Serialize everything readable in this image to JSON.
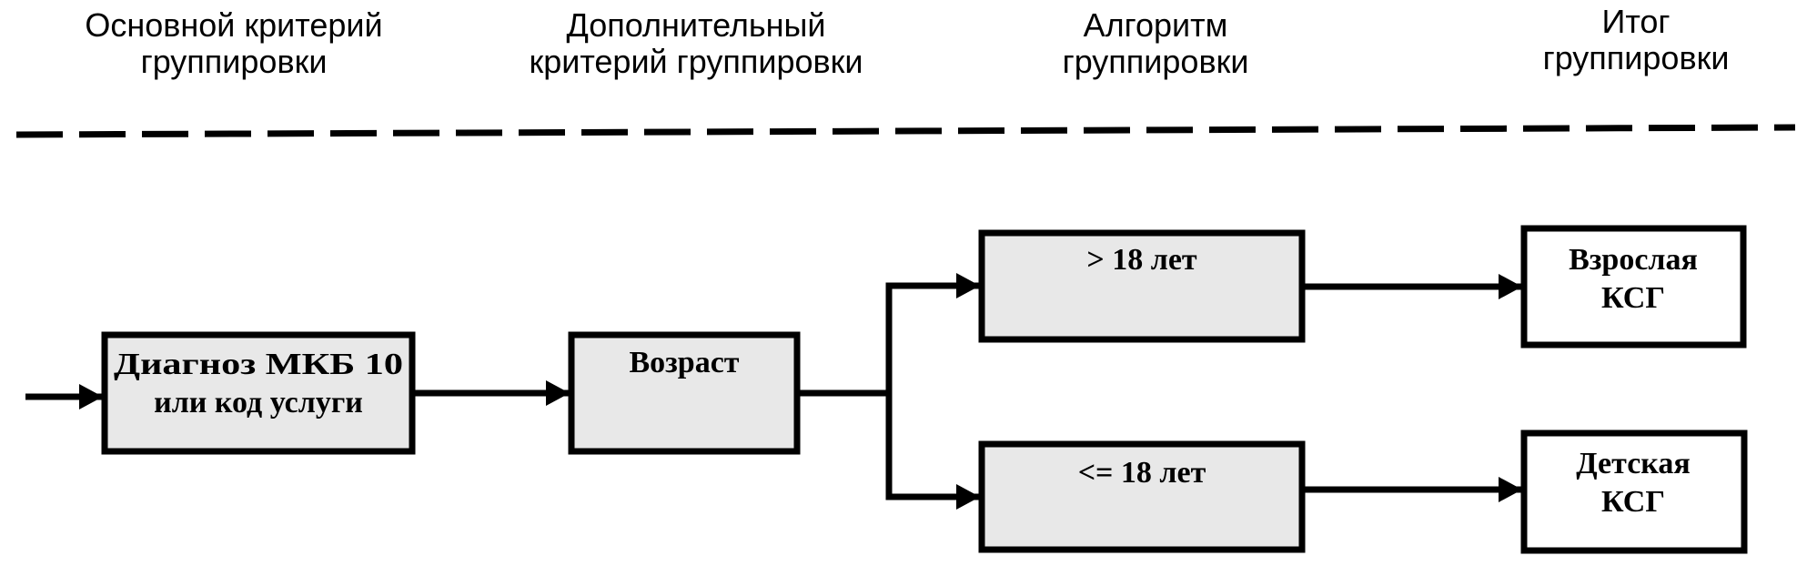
{
  "header": {
    "columns": [
      {
        "line1": "Основной критерий",
        "line2": "группировки"
      },
      {
        "line1": "Дополнительный",
        "line2": "критерий группировки"
      },
      {
        "line1": "Алгоритм",
        "line2": "группировки"
      },
      {
        "line1": "Итог",
        "line2": "группировки"
      }
    ]
  },
  "colors": {
    "stroke": "#000000",
    "process_fill": "#e8e8e8",
    "result_fill": "#ffffff"
  },
  "nodes": {
    "primary": {
      "line1": "Диагноз МКБ 10",
      "line2": "или код услуги"
    },
    "secondary": {
      "line1": "Возраст",
      "line2": ""
    },
    "branch_adult": {
      "line1": "> 18 лет",
      "line2": ""
    },
    "branch_child": {
      "line1": "<= 18 лет",
      "line2": ""
    },
    "result_adult": {
      "line1": "Взрослая",
      "line2": "КСГ"
    },
    "result_child": {
      "line1": "Детская",
      "line2": "КСГ"
    }
  },
  "edges": [
    {
      "from": "input",
      "to": "primary"
    },
    {
      "from": "primary",
      "to": "secondary"
    },
    {
      "from": "secondary",
      "to": "branch_adult"
    },
    {
      "from": "secondary",
      "to": "branch_child"
    },
    {
      "from": "branch_adult",
      "to": "result_adult"
    },
    {
      "from": "branch_child",
      "to": "result_child"
    }
  ]
}
